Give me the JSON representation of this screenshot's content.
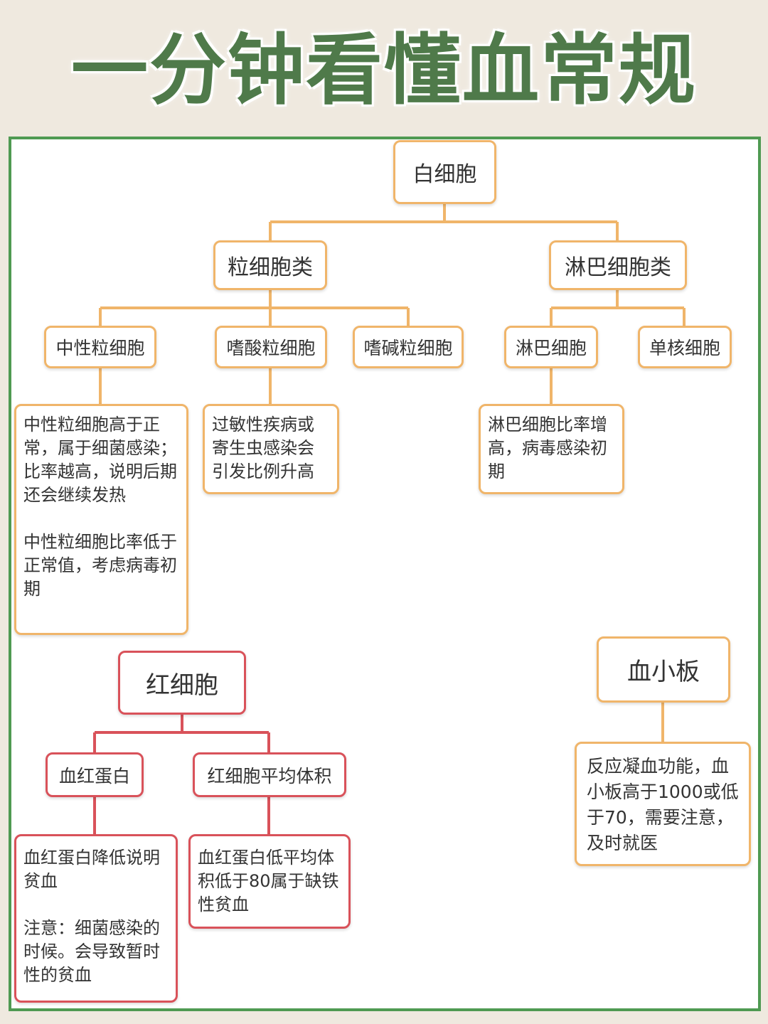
{
  "title": "一分钟看懂血常规",
  "colors": {
    "orange": "#f0b56a",
    "red": "#d9525a",
    "green": "#4f9a52",
    "title": "#4f7a4a"
  },
  "wbc": {
    "root": "白细胞",
    "granulocytes": "粒细胞类",
    "lymph_class": "淋巴细胞类",
    "neutrophil": "中性粒细胞",
    "eosinophil": "嗜酸粒细胞",
    "basophil": "嗜碱粒细胞",
    "lymphocyte": "淋巴细胞",
    "monocyte": "单核细胞",
    "neutrophil_note": "中性粒细胞高于正常，属于细菌感染；比率越高，说明后期还会继续发热\n\n中性粒细胞比率低于正常值，考虑病毒初期",
    "eosinophil_note": "过敏性疾病或寄生虫感染会引发比例升高",
    "lymphocyte_note": "淋巴细胞比率增高，病毒感染初期"
  },
  "rbc": {
    "root": "红细胞",
    "hemoglobin": "血红蛋白",
    "mcv": "红细胞平均体积",
    "hemoglobin_note": "血红蛋白降低说明贫血\n\n注意：细菌感染的时候。会导致暂时性的贫血",
    "mcv_note": "血红蛋白低平均体积低于80属于缺铁性贫血"
  },
  "platelet": {
    "root": "血小板",
    "note": "反应凝血功能，血小板高于1000或低于70，需要注意，及时就医"
  }
}
